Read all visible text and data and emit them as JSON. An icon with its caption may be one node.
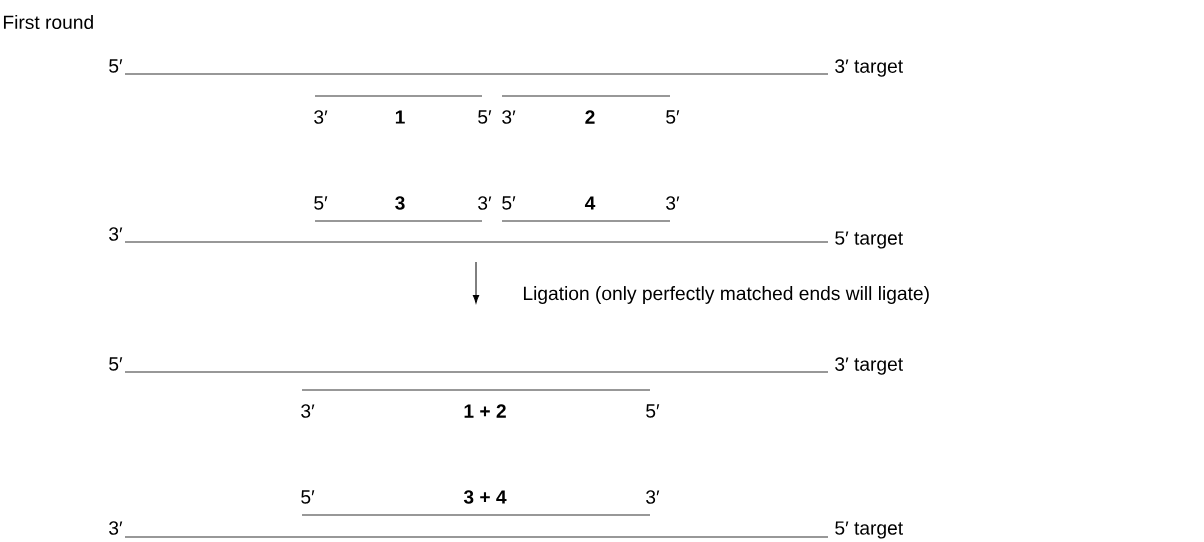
{
  "diagram": {
    "labels": [
      "First round",
      "5′",
      "3′ target",
      "3′",
      "1",
      "5′",
      "3′",
      "2",
      "5′",
      "5′",
      "3",
      "3′",
      "5′",
      "4",
      "3′",
      "3′",
      "5′ target",
      "Ligation (only perfectly matched ends will ligate)",
      "5′",
      "3′ target",
      "3′",
      "1 + 2",
      "5′",
      "5′",
      "3 + 4",
      "3′",
      "3′",
      "5′ target"
    ]
  }
}
